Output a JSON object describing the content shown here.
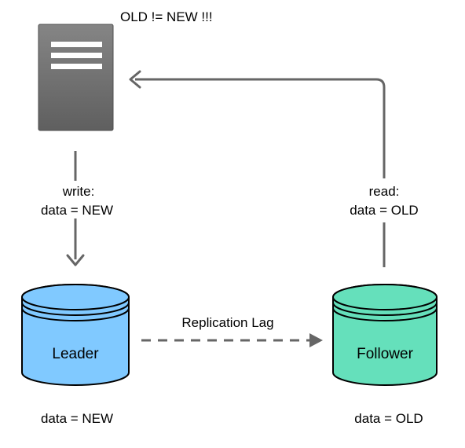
{
  "client": {
    "status_text": "OLD != NEW !!!",
    "icon": "server-icon"
  },
  "write_edge": {
    "line1": "write:",
    "line2": "data = NEW"
  },
  "read_edge": {
    "line1": "read:",
    "line2": "data = OLD"
  },
  "replication_edge": {
    "label": "Replication Lag"
  },
  "leader": {
    "label": "Leader",
    "data_text": "data = NEW",
    "fill_color": "#80c9ff"
  },
  "follower": {
    "label": "Follower",
    "data_text": "data = OLD",
    "fill_color": "#65e0bb"
  },
  "colors": {
    "arrow": "#666666",
    "server_body": "#707070",
    "outline": "#000000"
  }
}
